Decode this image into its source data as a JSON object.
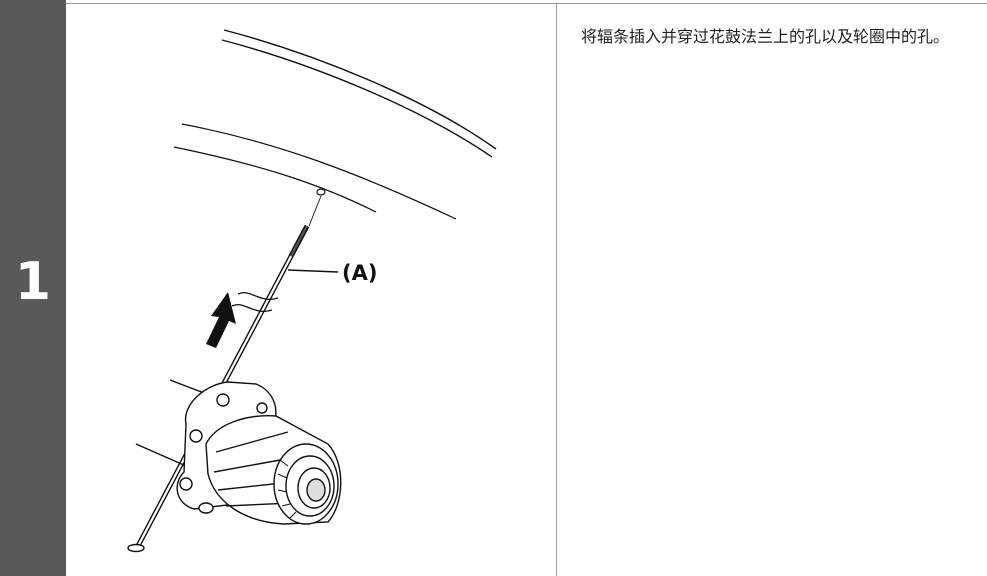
{
  "step": {
    "number": "1"
  },
  "figure": {
    "callout_label": "(A)"
  },
  "instruction": {
    "text": "将辐条插入并穿过花鼓法兰上的孔以及轮圈中的孔。"
  },
  "colors": {
    "step_bar": "#58595b",
    "rule": "#9a9a9a",
    "ink": "#111111"
  },
  "icons": [
    "up-arrow-icon"
  ]
}
